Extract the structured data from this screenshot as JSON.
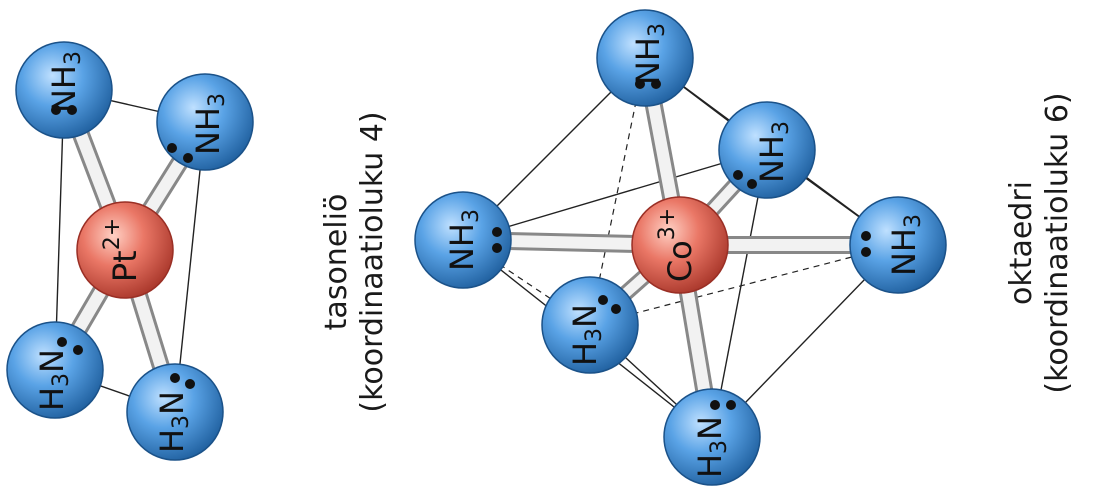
{
  "figure": {
    "left": {
      "caption_line1": "tasoneliö",
      "caption_line2": "(koordinaatioluku 4)",
      "center": {
        "base": "Pt",
        "sup": "2+"
      },
      "ligands": [
        {
          "label": "NH3"
        },
        {
          "label": "NH3"
        },
        {
          "label": "H3N"
        },
        {
          "label": "H3N"
        }
      ]
    },
    "right": {
      "caption_line1": "oktaedri",
      "caption_line2": "(koordinaatioluku 6)",
      "center": {
        "base": "Co",
        "sup": "3+"
      },
      "ligands": [
        {
          "label": "NH3"
        },
        {
          "label": "NH3"
        },
        {
          "label": "NH3"
        },
        {
          "label": "NH3"
        },
        {
          "label": "H3N"
        },
        {
          "label": "H3N"
        }
      ]
    }
  },
  "colors": {
    "ligand": "#4a90d9",
    "ligand_dark": "#1f5f9e",
    "metal": "#e2685a",
    "metal_dark": "#b23a2e",
    "bond": "#e8e8e8"
  }
}
